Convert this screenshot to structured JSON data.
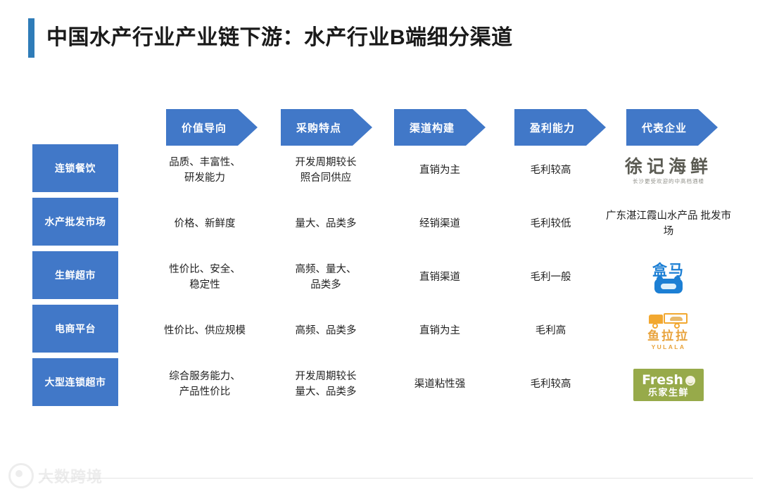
{
  "slide": {
    "title": "中国水产行业产业链下游：水产行业B端细分渠道",
    "accent_color": "#2f7cb8",
    "header_color": "#4178c8"
  },
  "columns": [
    {
      "label": "价值导向"
    },
    {
      "label": "采购特点"
    },
    {
      "label": "渠道构建"
    },
    {
      "label": "盈利能力"
    },
    {
      "label": "代表企业"
    }
  ],
  "rows": [
    {
      "channel": "连锁餐饮",
      "value_orientation": [
        "品质、丰富性、",
        "研发能力"
      ],
      "procurement": [
        "开发周期较长",
        "照合同供应"
      ],
      "channel_build": [
        "直销为主"
      ],
      "profitability": [
        "毛利较高"
      ],
      "company": {
        "type": "logo-xuji",
        "name": "徐记海鲜",
        "slogan": "长沙更受欢迎的中高档酒楼"
      }
    },
    {
      "channel": "水产批发市场",
      "value_orientation": [
        "价格、新鲜度"
      ],
      "procurement": [
        "量大、品类多"
      ],
      "channel_build": [
        "经销渠道"
      ],
      "profitability": [
        "毛利较低"
      ],
      "company": {
        "type": "text",
        "lines": [
          "广东湛江霞山水产品",
          "批发市场"
        ]
      }
    },
    {
      "channel": "生鲜超市",
      "value_orientation": [
        "性价比、安全、",
        "稳定性"
      ],
      "procurement": [
        "高频、量大、",
        "品类多"
      ],
      "channel_build": [
        "直销渠道"
      ],
      "profitability": [
        "毛利一般"
      ],
      "company": {
        "type": "logo-hema",
        "name": "盒马"
      }
    },
    {
      "channel": "电商平台",
      "value_orientation": [
        "性价比、供应规模"
      ],
      "procurement": [
        "高频、品类多"
      ],
      "channel_build": [
        "直销为主"
      ],
      "profitability": [
        "毛利高"
      ],
      "company": {
        "type": "logo-yulala",
        "name": "鱼拉拉",
        "name_en": "YULALA"
      }
    },
    {
      "channel": "大型连锁超市",
      "value_orientation": [
        "综合服务能力、",
        "产品性价比"
      ],
      "procurement": [
        "开发周期较长",
        "量大、品类多"
      ],
      "channel_build": [
        "渠道粘性强"
      ],
      "profitability": [
        "毛利较高"
      ],
      "company": {
        "type": "logo-fresh",
        "name_en": "Fresh",
        "name": "乐家生鲜"
      }
    }
  ],
  "watermark": {
    "text": "大数跨境"
  }
}
